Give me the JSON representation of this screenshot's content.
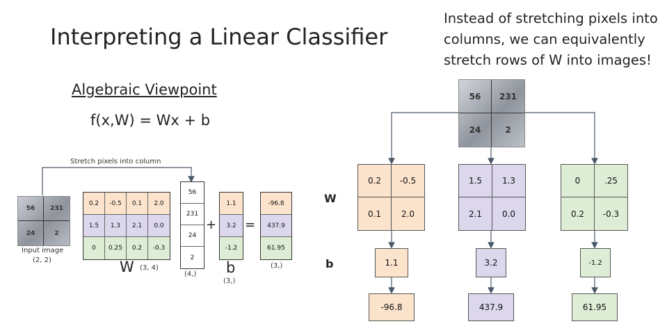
{
  "title": "Interpreting a Linear Classifier",
  "note": "Instead of stretching pixels into columns, we can equivalently stretch rows of W into images!",
  "subtitle": "Algebraic Viewpoint",
  "formula": "f(x,W) = Wx + b",
  "stretch_label": "Stretch pixels into column",
  "input_image": {
    "values": [
      "56",
      "231",
      "24",
      "2"
    ],
    "label": "Input image",
    "shape": "(2, 2)"
  },
  "W": {
    "rows": [
      [
        "0.2",
        "-0.5",
        "0.1",
        "2.0"
      ],
      [
        "1.5",
        "1.3",
        "2.1",
        "0.0"
      ],
      [
        "0",
        "0.25",
        "0.2",
        "-0.3"
      ]
    ],
    "label": "W",
    "shape": "(3, 4)"
  },
  "x_column": {
    "values": [
      "56",
      "231",
      "24",
      "2"
    ],
    "shape": "(4,)"
  },
  "plus": "+",
  "equals": "=",
  "b": {
    "values": [
      "1.1",
      "3.2",
      "-1.2"
    ],
    "label": "b",
    "shape": "(3,)"
  },
  "result": {
    "values": [
      "-96.8",
      "437.9",
      "61.95"
    ],
    "shape": "(3,)"
  },
  "right": {
    "row_label_w": "W",
    "row_label_b": "b",
    "top_image_values": [
      "56",
      "231",
      "24",
      "2"
    ],
    "classes": [
      {
        "color": "#fbe3cc",
        "w": [
          "0.2",
          "-0.5",
          "0.1",
          "2.0"
        ],
        "b": "1.1",
        "score": "-96.8"
      },
      {
        "color": "#dcd7ec",
        "w": [
          "1.5",
          "1.3",
          "2.1",
          "0.0"
        ],
        "b": "3.2",
        "score": "437.9"
      },
      {
        "color": "#deedd6",
        "w": [
          "0",
          ".25",
          "0.2",
          "-0.3"
        ],
        "b": "-1.2",
        "score": "61.95"
      }
    ]
  },
  "colors": {
    "orange": "#fbe3cc",
    "purple": "#dcd7ec",
    "green": "#deedd6",
    "line": "#4a5868"
  }
}
